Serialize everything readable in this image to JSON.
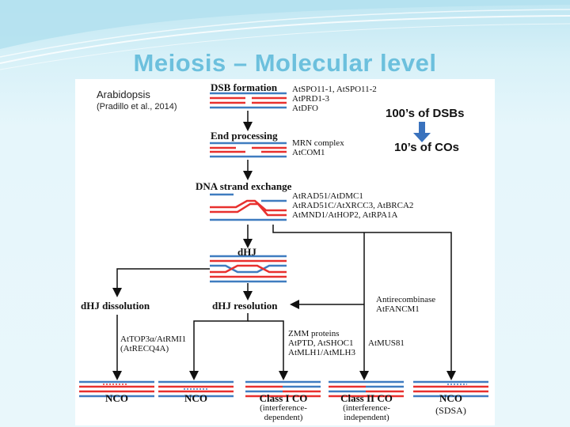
{
  "title": "Meiosis – Molecular level",
  "organism": "Arabidopsis",
  "citation": "(Pradillo et al., 2014)",
  "side_top": "100’s of DSBs",
  "side_bottom": "10’s of COs",
  "steps": {
    "dsb": "DSB formation",
    "end": "End processing",
    "exchange": "DNA strand exchange",
    "dhj": "dHJ",
    "dissolution": "dHJ dissolution",
    "resolution": "dHJ resolution"
  },
  "genes": {
    "dsb": [
      "AtSPO11-1, AtSPO11-2",
      "AtPRD1-3",
      "AtDFO"
    ],
    "end": [
      "MRN complex",
      "AtCOM1"
    ],
    "exchange": [
      "AtRAD51/AtDMC1",
      "AtRAD51C/AtXRCC3, AtBRCA2",
      "AtMND1/AtHOP2, AtRPA1A"
    ],
    "anti": [
      "Antirecombinase",
      "AtFANCM1"
    ],
    "dissolution": [
      "AtTOP3α/AtRMI1",
      "(AtRECQ4A)"
    ],
    "zmm": [
      "ZMM proteins",
      "AtPTD, AtSHOC1",
      "AtMLH1/AtMLH3"
    ],
    "mus81": "AtMUS81"
  },
  "outcomes": {
    "nco1": "NCO",
    "nco2": "NCO",
    "class1": "Class I CO",
    "class1_sub": [
      "(interference-",
      "dependent)"
    ],
    "class2": "Class II CO",
    "class2_sub": [
      "(interference-",
      "independent)"
    ],
    "nco3": "NCO",
    "nco3_sub": "(SDSA)"
  },
  "colors": {
    "red": "#e8302e",
    "blue": "#3f7cc0",
    "title": "#6cc0dd",
    "arrow": "#3a72bd"
  }
}
